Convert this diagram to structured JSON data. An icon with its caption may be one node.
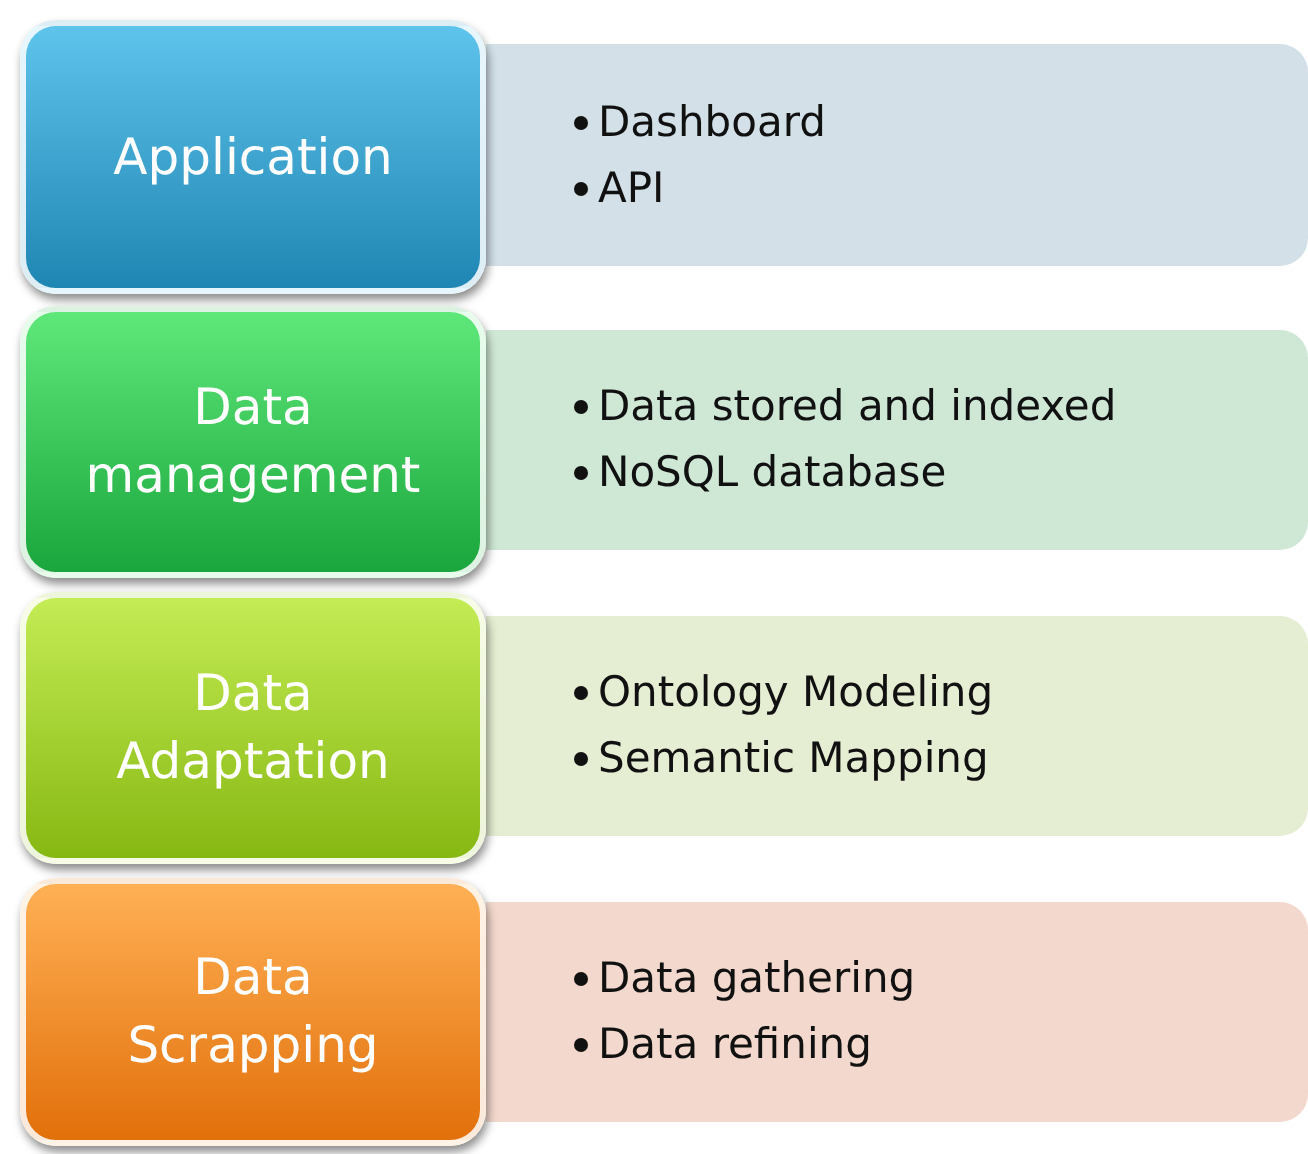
{
  "diagram": {
    "nodes": [
      {
        "text": [
          "Application"
        ]
      },
      {
        "text": [
          "Dashboard",
          "API"
        ]
      },
      {
        "text": [
          "Data management"
        ]
      },
      {
        "text": [
          "Data stored and indexed",
          "NoSQL database"
        ]
      },
      {
        "text": [
          "Data Adaptation"
        ]
      },
      {
        "text": [
          "Ontology Modeling",
          "Semantic Mapping"
        ]
      },
      {
        "text": [
          "Data Scrapping"
        ]
      },
      {
        "text": [
          "Data gathering",
          "Data refining"
        ]
      }
    ]
  }
}
